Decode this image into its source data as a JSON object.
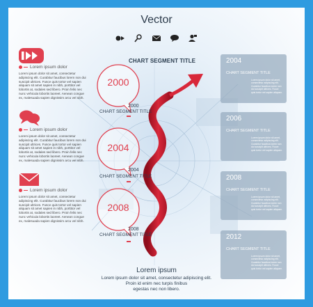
{
  "title": "Vector",
  "chart_segment_title": "CHART SEGMENT TITLE",
  "icons": [
    "play-icon",
    "search-icon",
    "envelope-icon",
    "speech-bubble-icon",
    "person-icon"
  ],
  "left_blocks": [
    {
      "icon": "play-icon",
      "heading": "Lorem ipsum dolor",
      "body": "Lorem ipsum dolor sit amet, consectetur adipiscing elit. Curabitur faucibus lorem non dui suscipit ultrices. Fusce quis tortor vel sapien aliquam sit amet sapien in nibh, porttitor vel lobortis at, sodales sed libero. Proin felis nec nunc vehicula lobortis laoreet. Aenean congue ex, malesuada sapien dignissim arcu vel nibh."
    },
    {
      "icon": "speech-bubble-icon",
      "heading": "Lorem ipsum dolor",
      "body": "Lorem ipsum dolor sit amet, consectetur adipiscing elit. Curabitur faucibus lorem non dui suscipit ultrices. Fusce quis tortor vel sapien aliquam sit amet sapien in nibh, porttitor vel lobortis at, sodales sed libero. Proin felis nec nunc vehicula lobortis laoreet. Aenean congue ex, malesuada sapien dignissim arcu vel nibh."
    },
    {
      "icon": "envelope-icon",
      "heading": "Lorem ipsum dolor",
      "body": "Lorem ipsum dolor sit amet, consectetur adipiscing elit. Curabitur faucibus lorem non dui suscipit ultrices. Fusce quis tortor vel sapien aliquam sit amet sapien in nibh, porttitor vel lobortis at, sodales sed libero. Proin felis nec nunc vehicula lobortis laoreet. Aenean congue ex, malesuada sapien dignissim arcu vel nibh."
    }
  ],
  "bubbles": [
    {
      "year": "2000",
      "small_year": "2000",
      "segment": "CHART SEGMENT TITLE"
    },
    {
      "year": "2004",
      "small_year": "2004",
      "segment": "CHART SEGMENT TITLE"
    },
    {
      "year": "2008",
      "small_year": "2008",
      "segment": "CHART SEGMENT TITLE"
    }
  ],
  "cards": [
    {
      "year": "2004",
      "subtitle": "CHART SEGMENT TITLE",
      "body": "Lorem ipsum dolor sit amet, consectetur adipiscing elit. Curabitur faucibus lorem non dui suscipit ultrices. Fusce quis tortor vel sapien aliquam."
    },
    {
      "year": "2006",
      "subtitle": "CHART SEGMENT TITLE",
      "body": "Lorem ipsum dolor sit amet, consectetur adipiscing elit. Curabitur faucibus lorem non dui suscipit ultrices. Fusce quis tortor vel sapien aliquam."
    },
    {
      "year": "2008",
      "subtitle": "CHART SEGMENT TITLE",
      "body": "Lorem ipsum dolor sit amet, consectetur adipiscing elit. Curabitur faucibus lorem non dui suscipit ultrices. Fusce quis tortor vel sapien aliquam."
    },
    {
      "year": "2012",
      "subtitle": "CHART SEGMENT TITLE",
      "body": "Lorem ipsum dolor sit amet, consectetur adipiscing elit. Curabitur faucibus lorem non dui suscipit ultrices. Fusce quis tortor vel sapien aliquam."
    }
  ],
  "footer": {
    "title": "Lorem ipsum",
    "line1": "Lorem ipsum dolor sit amet, consectetur adipiscing elit.",
    "line2": "Proin id enim nec turpis finibus",
    "line3": "egestas nec non libero."
  },
  "colors": {
    "accent": "#e0404f",
    "frame": "#2f9be0",
    "card": "#96aabe",
    "text": "#2c3e50"
  }
}
